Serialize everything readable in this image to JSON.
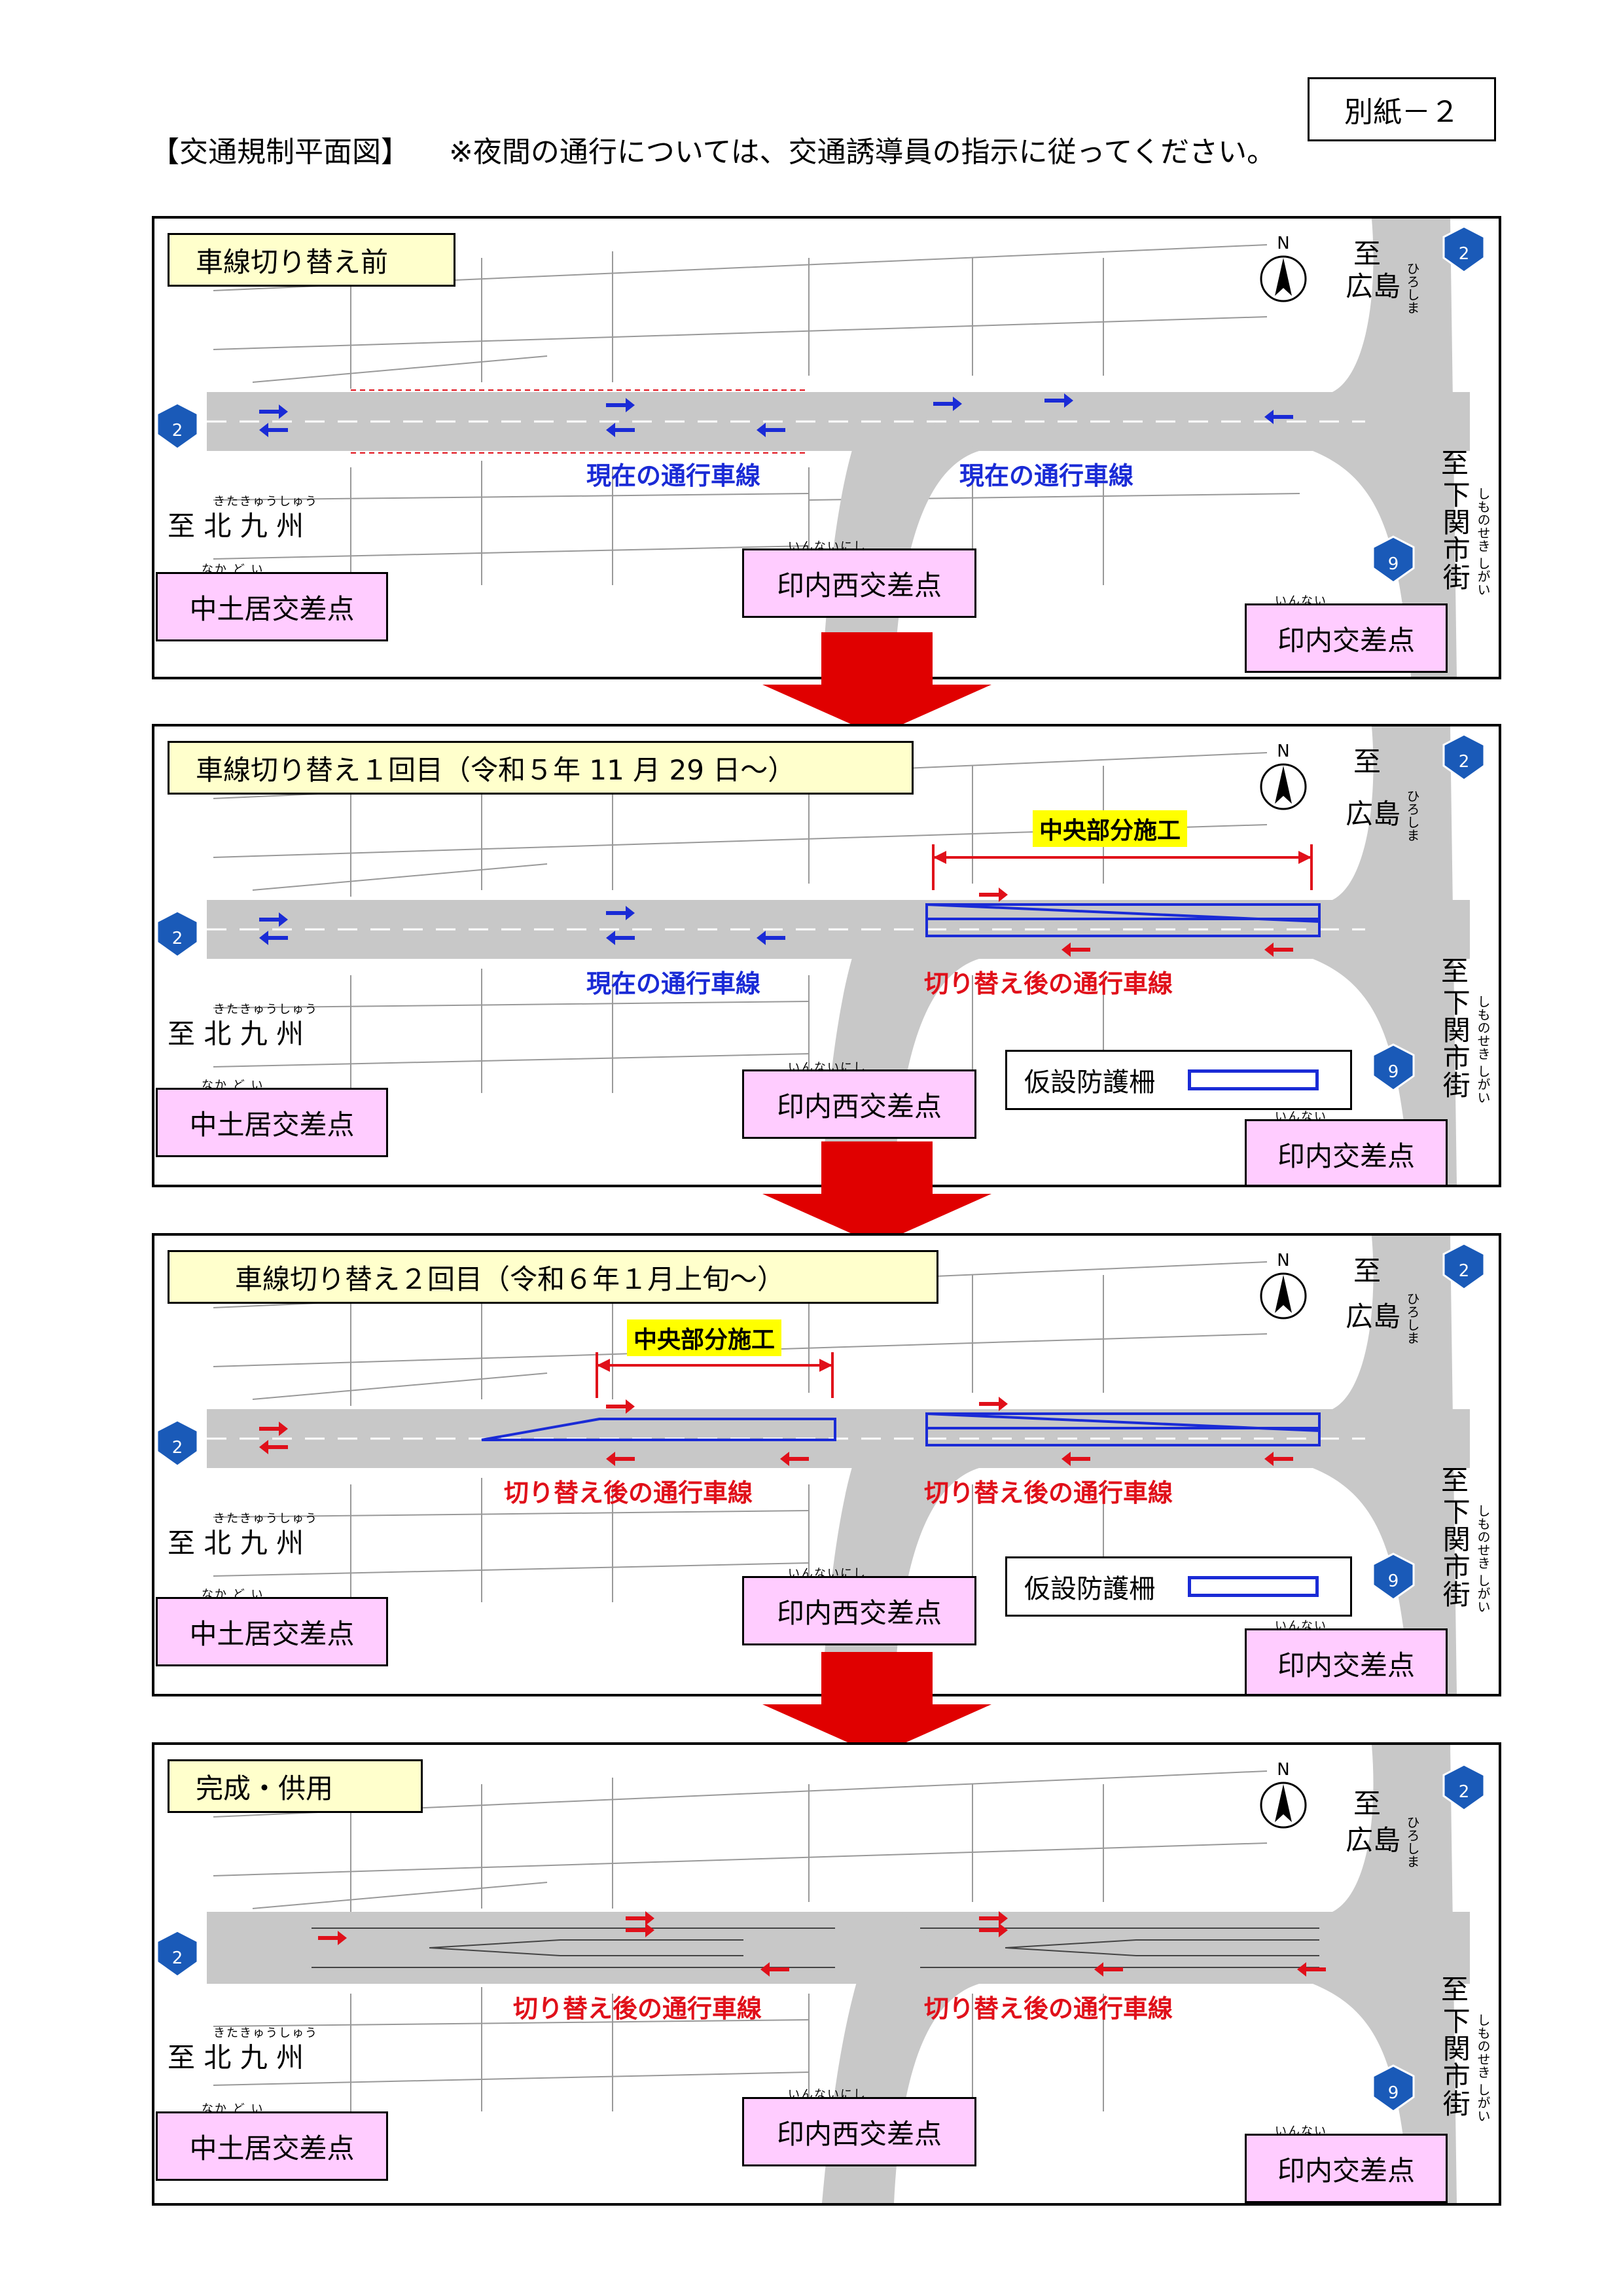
{
  "appendix_label": "別紙－２",
  "title": "【交通規制平面図】",
  "note": "※夜間の通行については、交通誘導員の指示に従ってください。",
  "north_label": "N",
  "route2": "2",
  "route9": "9",
  "dest_to": "至",
  "dest_hiroshima": "広島",
  "dest_hiroshima_ruby": "ひろしま",
  "dest_kitakyushu": "北 九 州",
  "dest_kitakyushu_ruby": "きたきゅうしゅう",
  "dest_shimonoseki": "下関市街",
  "dest_shimonoseki_ruby": "しものせき しがい",
  "crossing_nakadoi": "中土居交差点",
  "crossing_nakadoi_ruby": "なか ど い",
  "crossing_innainishi": "印内西交差点",
  "crossing_innainishi_ruby": "いんないにし",
  "crossing_innai": "印内交差点",
  "crossing_innai_ruby": "いんない",
  "lane_current": "現在の通行車線",
  "lane_after": "切り替え後の通行車線",
  "center_work": "中央部分施工",
  "legend_fence": "仮設防護柵",
  "stages": [
    {
      "label": "車線切り替え前"
    },
    {
      "label": "車線切り替え１回目（令和５年 11 月 29 日～）"
    },
    {
      "label": "車線切り替え２回目（令和６年１月上旬～）"
    },
    {
      "label": "完成・供用"
    }
  ],
  "colors": {
    "current_lane": "#1a2bd6",
    "after_lane": "#e0101a",
    "stage_bg": "#ffffcc",
    "crossing_bg": "#ffccff",
    "highlight": "#ffff00",
    "big_arrow": "#e00000"
  }
}
